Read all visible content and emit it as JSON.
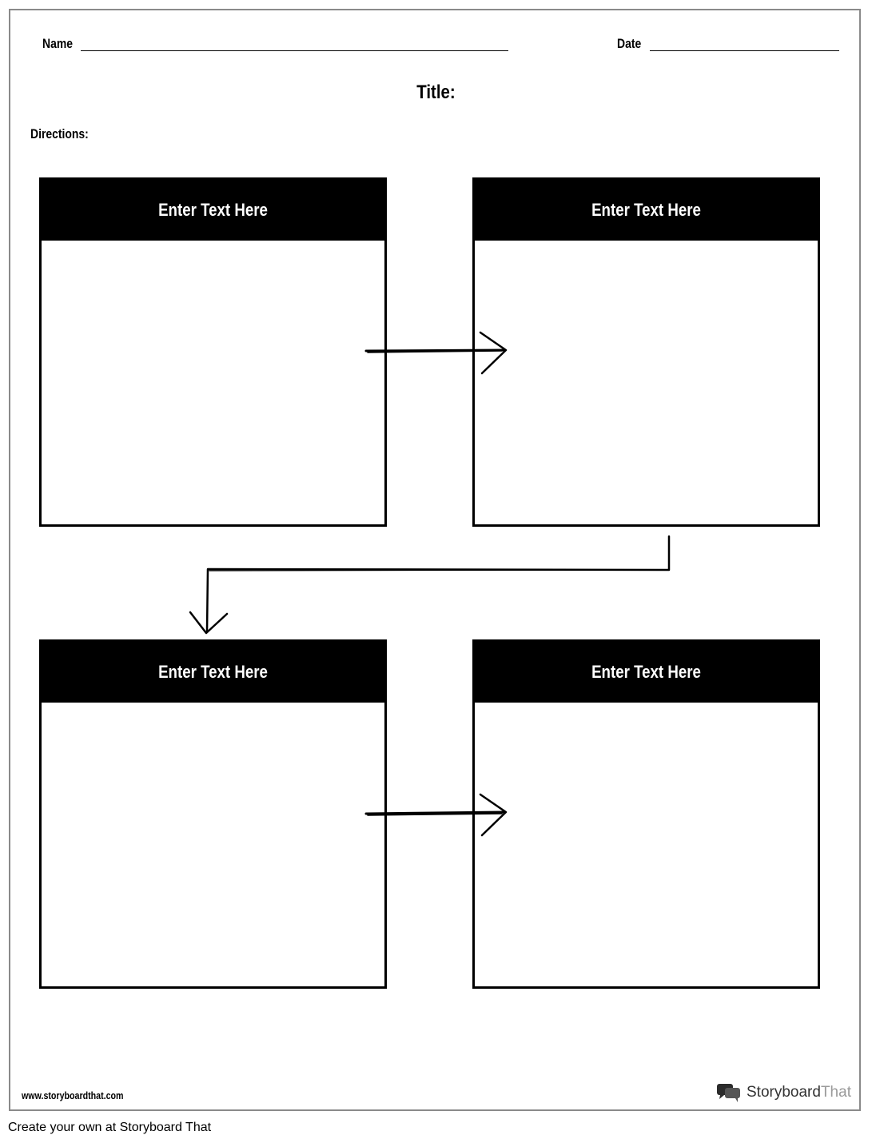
{
  "header": {
    "name_label": "Name",
    "date_label": "Date",
    "title_label": "Title:",
    "directions_label": "Directions:"
  },
  "boxes": [
    {
      "header": "Enter Text Here"
    },
    {
      "header": "Enter Text Here"
    },
    {
      "header": "Enter Text Here"
    },
    {
      "header": "Enter Text Here"
    }
  ],
  "footer": {
    "url": "www.storyboardthat.com",
    "brand_primary": "Storyboard",
    "brand_secondary": "That",
    "caption": "Create your own at Storyboard That"
  },
  "colors": {
    "header_fill": "#000000",
    "header_text": "#ffffff",
    "border": "#8a8a8a"
  },
  "icons": {
    "arrow": "arrow-right-icon",
    "logo": "storyboardthat-logo-icon"
  }
}
